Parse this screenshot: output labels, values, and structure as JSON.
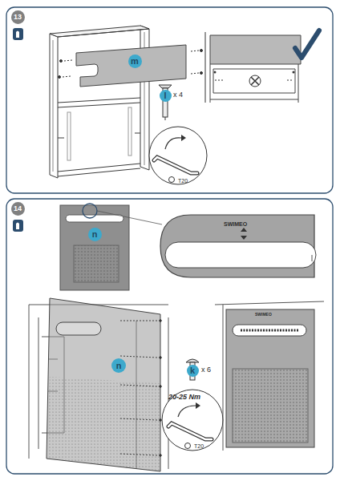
{
  "diagram": {
    "nodes": [
      {
        "text": [
          "13"
        ]
      },
      {
        "text": [
          "m"
        ]
      },
      {
        "text": [
          "l"
        ]
      },
      {
        "text": [
          "14"
        ]
      },
      {
        "text": [
          "n"
        ]
      },
      {
        "text": [
          "n"
        ]
      },
      {
        "text": [
          "k"
        ]
      }
    ],
    "labels": [
      "x 4",
      "T20",
      "SWIMEO",
      "x 6",
      "20-25 Nm",
      "T20",
      "SWIMEO"
    ]
  }
}
